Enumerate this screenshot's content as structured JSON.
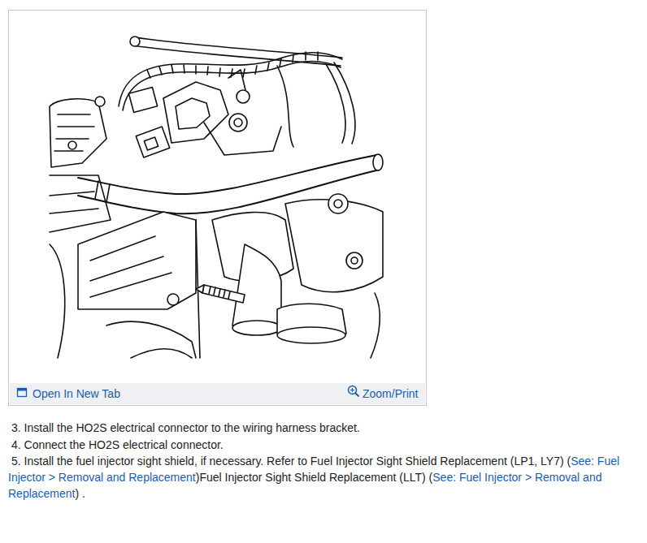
{
  "diagram": {
    "labels": [
      "Open In New Tab",
      "Zoom/Print",
      "3. Install the HO2S electrical connector to the wiring harness bracket.",
      "4. Connect the HO2S electrical connector.",
      "5. Install the fuel injector sight shield, if necessary. Refer to Fuel Injector Sight Shield Replacement (LP1, LY7) (",
      "See: Fuel Injector > Removal and Replacement",
      ")Fuel Injector Sight Shield Replacement (LLT) (",
      "See: Fuel Injector > Removal and Replacement",
      ") ."
    ]
  }
}
